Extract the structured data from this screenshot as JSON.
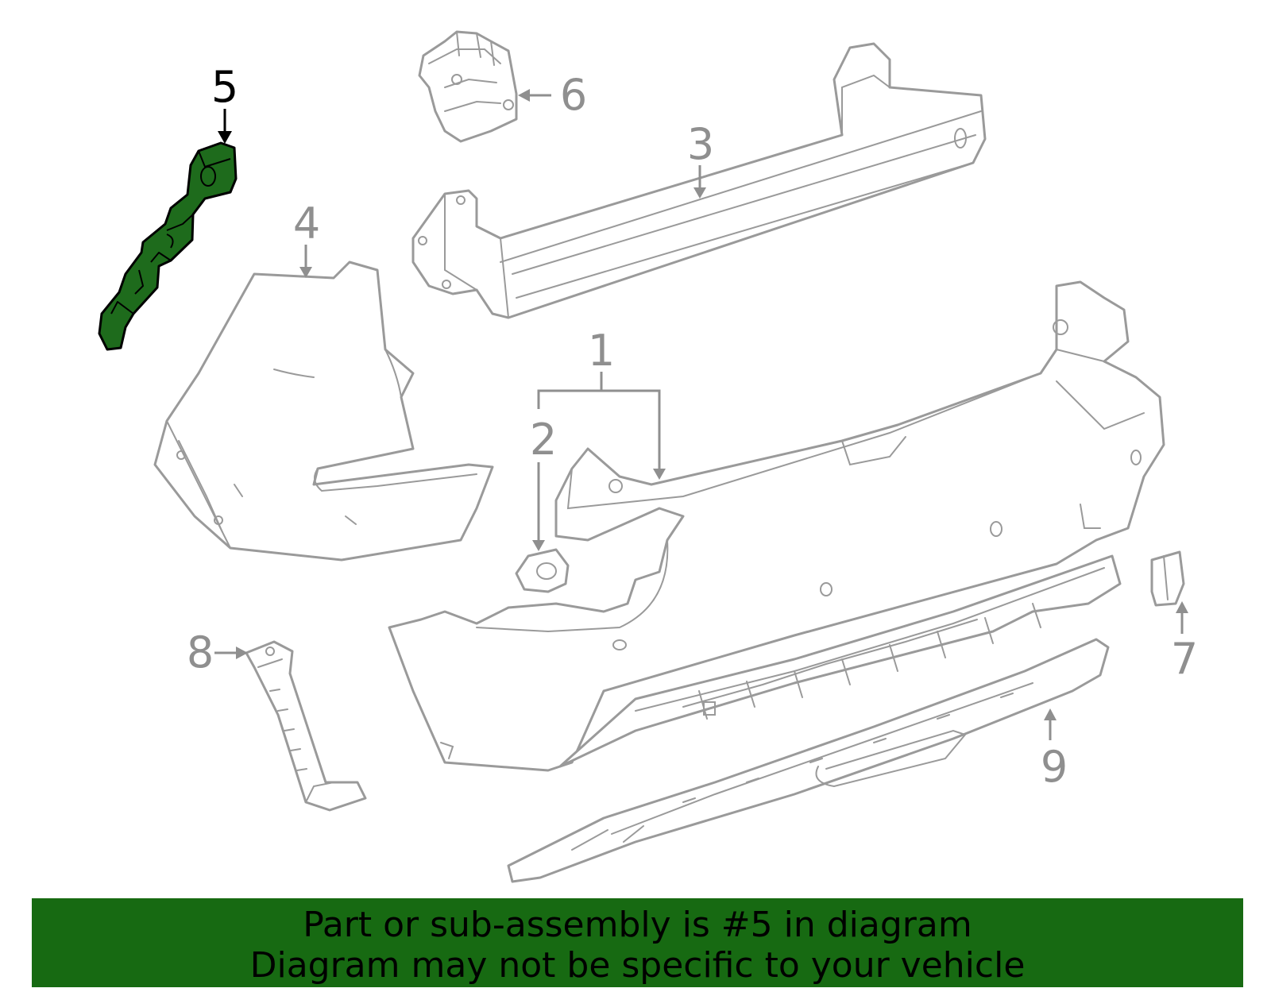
{
  "diagram": {
    "callouts": [
      {
        "number": "1",
        "selected": false
      },
      {
        "number": "2",
        "selected": false
      },
      {
        "number": "3",
        "selected": false
      },
      {
        "number": "4",
        "selected": false
      },
      {
        "number": "5",
        "selected": true
      },
      {
        "number": "6",
        "selected": false
      },
      {
        "number": "7",
        "selected": false
      },
      {
        "number": "8",
        "selected": false
      },
      {
        "number": "9",
        "selected": false
      }
    ],
    "highlighted_part": "5"
  },
  "banner": {
    "line1": "Part or sub-assembly is #5 in diagram",
    "line2": "Diagram may not be specific to your vehicle"
  },
  "colors": {
    "highlight_fill": "#1e6b1c",
    "banner_background": "#176a12",
    "line_art": "#9a9a9a",
    "selected_callout": "#000000"
  }
}
